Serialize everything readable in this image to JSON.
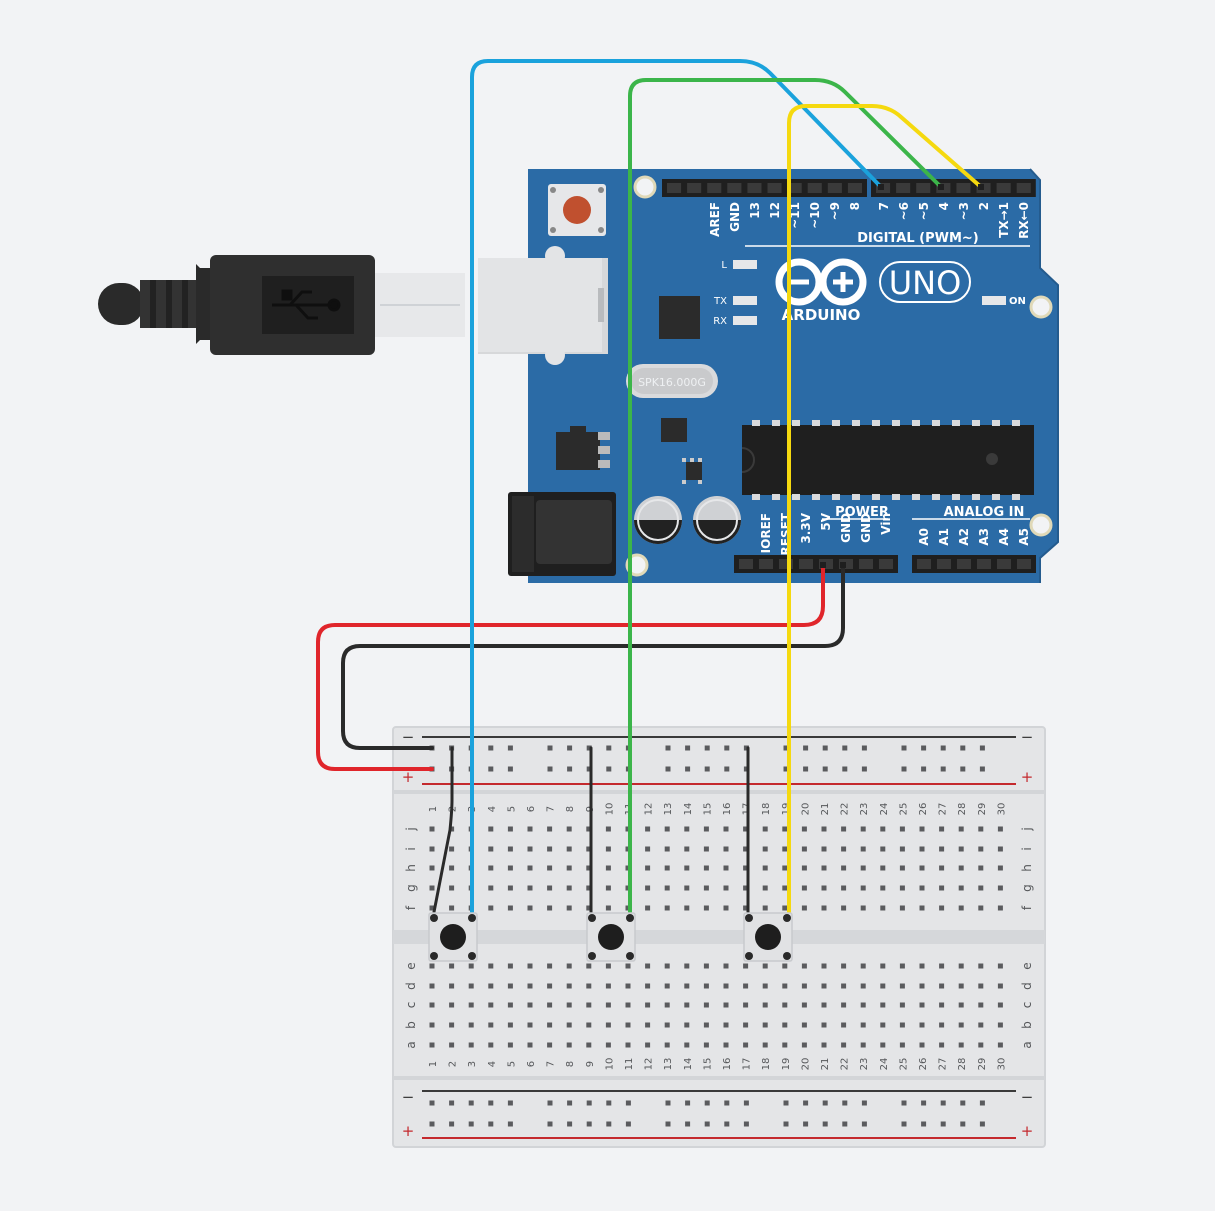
{
  "arduino": {
    "brand": "ARDUINO",
    "model": "UNO",
    "digital_header_label": "DIGITAL (PWM~)",
    "power_label": "POWER",
    "analog_label": "ANALOG IN",
    "on_label": "ON",
    "led_l": "L",
    "led_tx": "TX",
    "led_rx": "RX",
    "crystal_label": "SPK16.000G",
    "digital_pins": [
      "AREF",
      "GND",
      "13",
      "12",
      "~11",
      "~10",
      "~9",
      "8",
      "7",
      "~6",
      "~5",
      "4",
      "~3",
      "2",
      "TX→1",
      "RX←0"
    ],
    "power_pins": [
      "IOREF",
      "RESET",
      "3.3V",
      "5V",
      "GND",
      "GND",
      "Vin"
    ],
    "analog_pins": [
      "A0",
      "A1",
      "A2",
      "A3",
      "A4",
      "A5"
    ]
  },
  "breadboard": {
    "columns": 30,
    "rows_top": [
      "j",
      "i",
      "h",
      "g",
      "f"
    ],
    "rows_bottom": [
      "e",
      "d",
      "c",
      "b",
      "a"
    ],
    "rail_minus": "−",
    "rail_plus": "+"
  },
  "colors": {
    "board": "#2b6ba6",
    "wire_blue": "#1ba2dc",
    "wire_green": "#3cb54a",
    "wire_yellow": "#f5d90f",
    "wire_red": "#e0252b",
    "wire_black": "#2a2a2a"
  }
}
